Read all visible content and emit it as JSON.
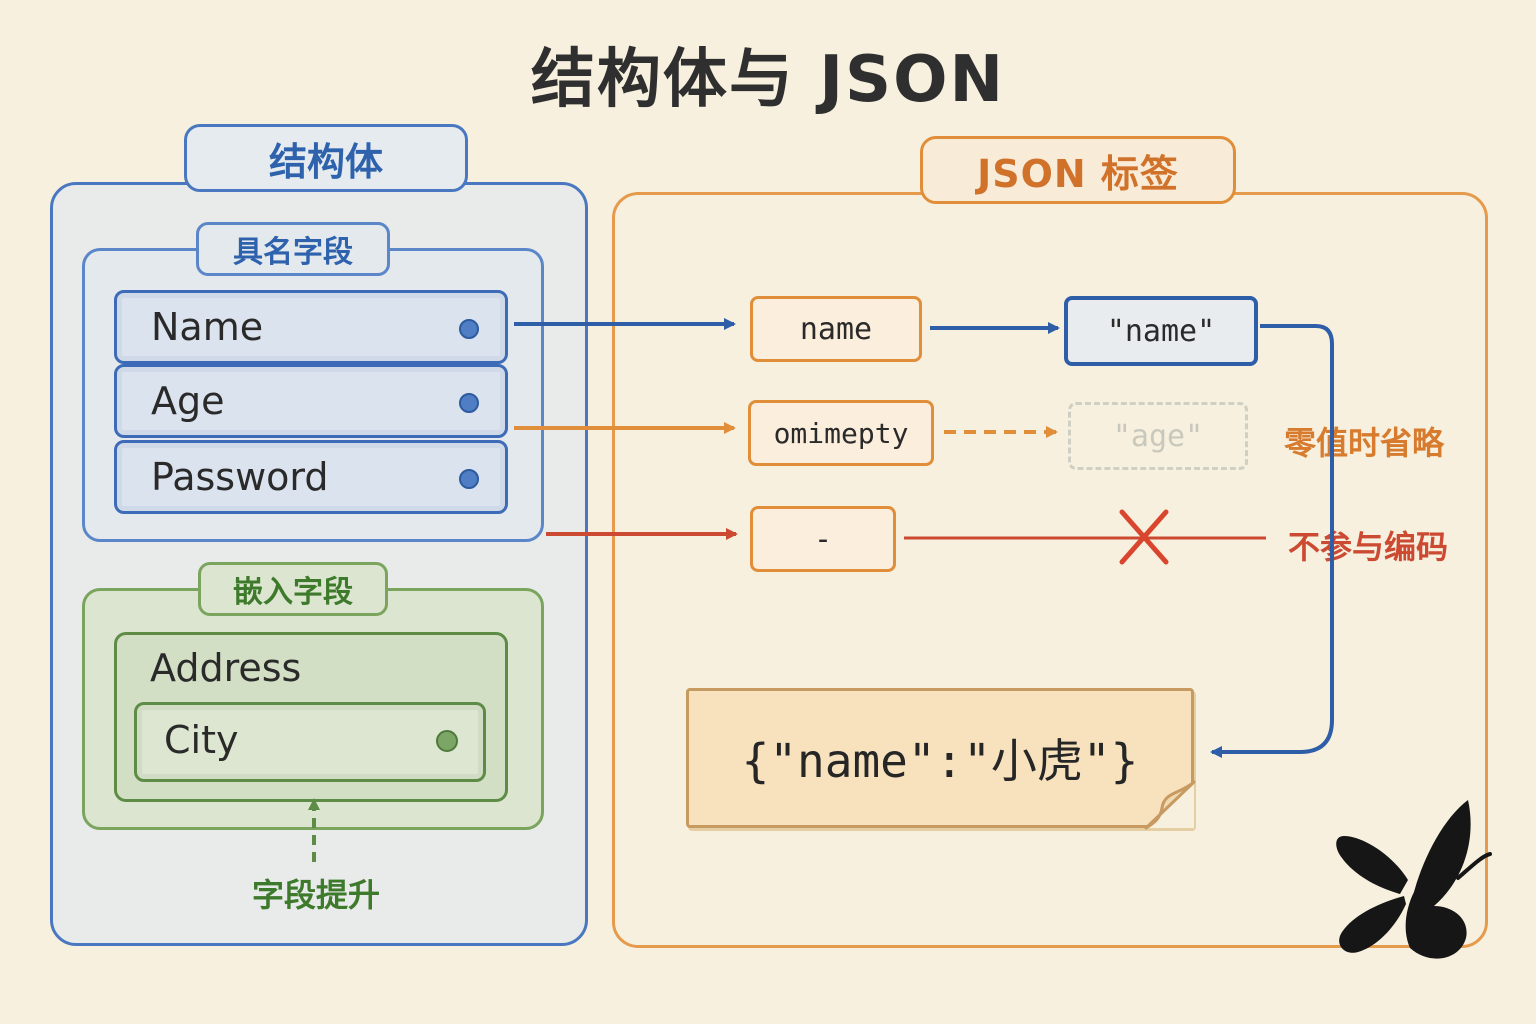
{
  "title": "结构体与 JSON",
  "struct": {
    "heading": "结构体",
    "named": {
      "heading": "具名字段",
      "fields": [
        "Name",
        "Age",
        "Password"
      ]
    },
    "embedded": {
      "heading": "嵌入字段",
      "outer": "Address",
      "inner": "City",
      "note": "字段提升"
    }
  },
  "json": {
    "heading": "JSON 标签",
    "tags": [
      "name",
      "omimepty",
      "-"
    ],
    "outputs": [
      "\"name\"",
      "\"age\""
    ],
    "notes": {
      "omit": "零值时省略",
      "skip": "不参与编码"
    },
    "result": "{\"name\":\"小虎\"}"
  },
  "colors": {
    "blue": "#2e5ea8",
    "orange": "#e08e3a",
    "red": "#cc4a32",
    "green": "#5e8c47"
  },
  "icons": [
    "field-dot-icon",
    "cross-icon",
    "butterfly-logo-icon"
  ]
}
